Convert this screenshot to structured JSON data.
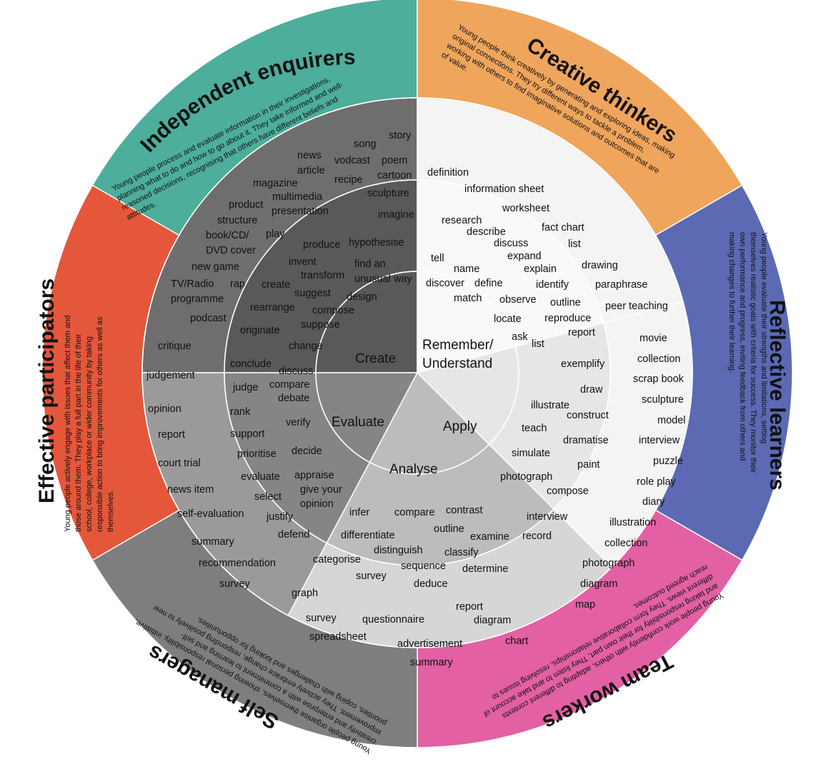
{
  "colors": {
    "independent_enquirers": "#4cae9b",
    "creative_thinkers": "#f0a55c",
    "reflective_learners": "#5b6ab3",
    "team_workers": "#e260a3",
    "self_managers": "#7e7e7e",
    "effective_participators": "#e4573a",
    "create_dark": "#595959",
    "create_mid": "#6e6e6e",
    "evaluate_dark": "#6b6b6b",
    "evaluate_mid": "#858585",
    "evaluate_outer": "#9a9a9a",
    "analyse_mid": "#bcbcbc",
    "analyse_outer": "#d6d6d6",
    "apply_mid": "#e6e6e6",
    "apply_outer": "#f4f4f4",
    "remember_bg": "#f9f9f9"
  },
  "plts": [
    {
      "key": "independent_enquirers",
      "title": "Independent enquirers",
      "description_lines": [
        "Young people process and evaluate information in their investigations,",
        "planning what to do and how to go about it. They take informed and well-",
        "reasoned decisions, recognising that others have different beliefs and",
        "attitudes."
      ]
    },
    {
      "key": "creative_thinkers",
      "title": "Creative thinkers",
      "description_lines": [
        "Young people think creatively by generating and exploring ideas, making",
        "original connections. They try different ways to tackle a problem,",
        "working with others to find imaginative solutions and outcomes that are",
        "of value."
      ]
    },
    {
      "key": "reflective_learners",
      "title": "Reflective learners",
      "description_lines": [
        "Young people evaluate their strengths and limitations, setting",
        "themselves realistic goals with criteria for success. They monitor their",
        "own performance and progress, inviting feedback from others and",
        "making changes to further their learning."
      ]
    },
    {
      "key": "team_workers",
      "title": "Team workers",
      "description_lines": [
        "Young people work confidently with others, adapting to different contexts",
        "and taking responsibility for their own part. They listen to and take account of",
        "different views. They form collaborative relationships, resolving issues to",
        "reach agreed outcomes."
      ]
    },
    {
      "key": "self_managers",
      "title": "Self managers",
      "description_lines": [
        "Young people organise themselves, showing personal responsibility, initiative,",
        "creativity and enterprise with a commitment to learning and self-",
        "improvement. They actively embrace change, responding positively to new",
        "priorities, coping with challenges and looking for opportunities."
      ]
    },
    {
      "key": "effective_participators",
      "title": "Effective participators",
      "description_lines": [
        "Young people actively engage with issues that affect them and",
        "those around them. They play a full part in the life of their",
        "school, college, workplace or wider community by taking",
        "responsible action to bring improvements for others as well as",
        "themselves."
      ]
    }
  ],
  "blooms": {
    "create": {
      "label": "Create",
      "verbs": [
        "hypothesise",
        "produce",
        "find an",
        "unusual way",
        "invent",
        "transform",
        "create",
        "suggest",
        "design",
        "rearrange",
        "compose",
        "suppose",
        "originate",
        "change"
      ],
      "products": [
        "story",
        "song",
        "poem",
        "news",
        "vodcast",
        "article",
        "recipe",
        "cartoon",
        "magazine",
        "multimedia",
        "sculpture",
        "product",
        "presentation",
        "imagine",
        "structure",
        "book/CD/",
        "play",
        "DVD cover",
        "new game",
        "TV/Radio",
        "rap",
        "programme",
        "podcast"
      ]
    },
    "remember": {
      "label_line1": "Remember/",
      "label_line2": "Understand",
      "verbs": [
        "research",
        "describe",
        "discuss",
        "tell",
        "expand",
        "name",
        "explain",
        "discover",
        "define",
        "identify",
        "match",
        "observe",
        "outline",
        "locate",
        "reproduce",
        "ask",
        "report",
        "list"
      ],
      "products": [
        "definition",
        "information sheet",
        "worksheet",
        "fact chart",
        "list",
        "drawing",
        "paraphrase",
        "peer teaching"
      ]
    },
    "apply": {
      "label": "Apply",
      "verbs": [
        "exemplify",
        "draw",
        "illustrate",
        "construct",
        "teach",
        "dramatise",
        "simulate",
        "paint",
        "photograph",
        "compose",
        "interview",
        "record"
      ],
      "products": [
        "movie",
        "collection",
        "scrap book",
        "sculpture",
        "model",
        "interview",
        "puzzle",
        "role play",
        "diary",
        "illustration",
        "collection",
        "photograph",
        "diagram",
        "map"
      ]
    },
    "analyse": {
      "label": "Analyse",
      "verbs": [
        "infer",
        "compare",
        "contrast",
        "outline",
        "differentiate",
        "examine",
        "distinguish",
        "classify",
        "categorise",
        "sequence",
        "determine",
        "survey",
        "deduce"
      ],
      "products": [
        "graph",
        "report",
        "survey",
        "questionnaire",
        "diagram",
        "spreadsheet",
        "chart",
        "advertisement",
        "summary"
      ]
    },
    "evaluate": {
      "label": "Evaluate",
      "verbs": [
        "conclude",
        "discuss",
        "compare",
        "judge",
        "debate",
        "rank",
        "verify",
        "support",
        "prioritise",
        "decide",
        "evaluate",
        "appraise",
        "give your",
        "select",
        "opinion",
        "justify",
        "defend"
      ],
      "products": [
        "critique",
        "judgement",
        "opinion",
        "report",
        "court trial",
        "news item",
        "self-evaluation",
        "summary",
        "recommendation",
        "survey"
      ]
    }
  }
}
